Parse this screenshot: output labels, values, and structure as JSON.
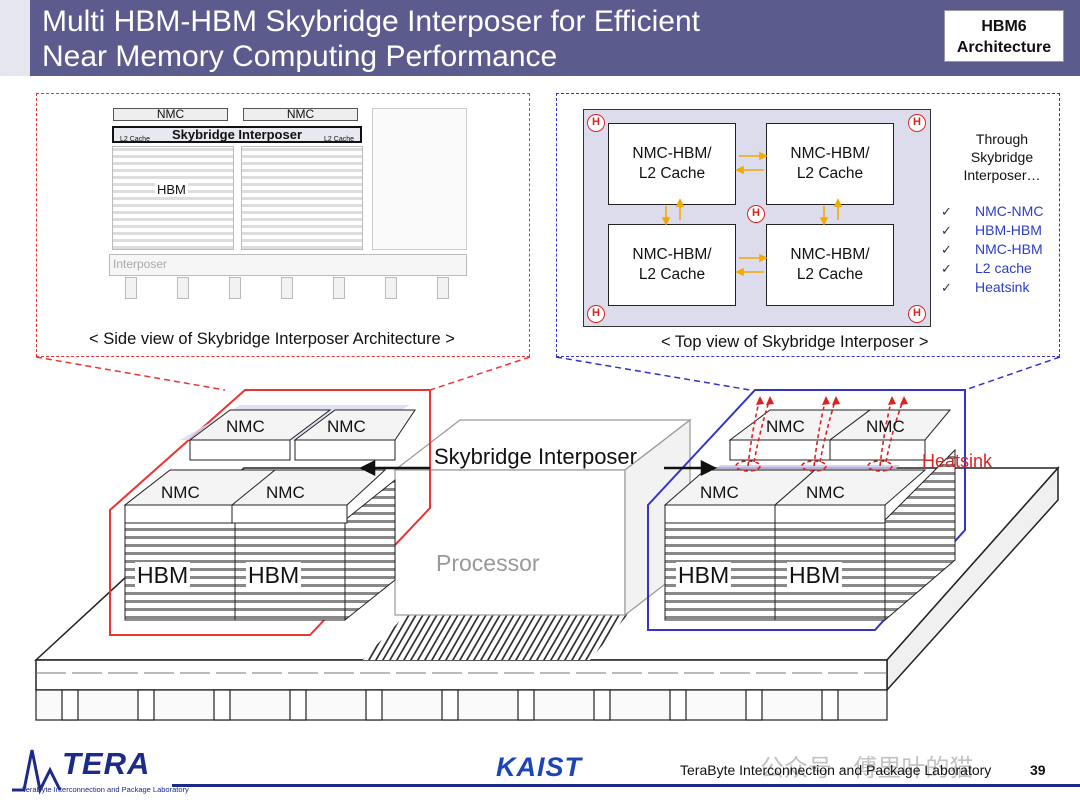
{
  "header": {
    "title": "Multi HBM-HBM Skybridge Interposer for Efficient\nNear Memory Computing Performance",
    "badge": "HBM6\nArchitecture"
  },
  "side_view": {
    "nmc_left": "NMC",
    "nmc_right": "NMC",
    "skybridge_label": "Skybridge Interposer",
    "l2_left": "L2 Cache",
    "l2_right": "L2 Cache",
    "hbm_label": "HBM",
    "interposer_label": "Interposer",
    "caption": "< Side view of Skybridge Interposer Architecture >"
  },
  "top_view": {
    "boxes": [
      "NMC-HBM/\nL2 Cache",
      "NMC-HBM/\nL2 Cache",
      "NMC-HBM/\nL2 Cache",
      "NMC-HBM/\nL2 Cache"
    ],
    "h_marker": "H",
    "through": "Through\nSkybridge\nInterposer…",
    "checklist": [
      "NMC-NMC",
      "HBM-HBM",
      "NMC-HBM",
      "L2 cache",
      "Heatsink"
    ],
    "check_mark": "✓",
    "caption": "< Top view of Skybridge Interposer >"
  },
  "scene": {
    "nmc_left": [
      "NMC",
      "NMC",
      "NMC",
      "NMC"
    ],
    "nmc_right": [
      "NMC",
      "NMC",
      "NMC",
      "NMC"
    ],
    "hbm_left": [
      "HBM",
      "HBM"
    ],
    "hbm_right": [
      "HBM",
      "HBM"
    ],
    "skybridge_label": "Skybridge Interposer",
    "processor_label": "Processor",
    "heatsink_label": "Heatsink"
  },
  "colors": {
    "header_bg": "#5b5b8e",
    "left_highlight": "#e33333",
    "right_highlight": "#3333cc",
    "check_text": "#2c3cc8",
    "heat_arrow": "#dd2222",
    "bus_arrow": "#f2a900"
  },
  "footer": {
    "tera_word": "TERA",
    "tera_sub": "TeraByte Interconnection and Package Laboratory",
    "kaist": "KAIST",
    "lab": "TeraByte Interconnection and Package Laboratory",
    "page": "39",
    "watermark": "公众号 · 傅里叶的猫"
  }
}
